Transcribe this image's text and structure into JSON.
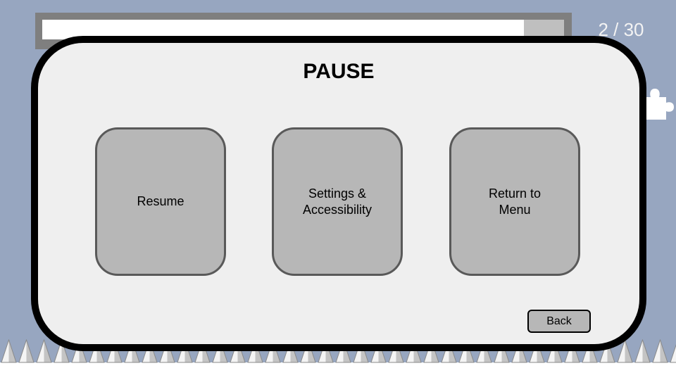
{
  "level": {
    "counter_text": "2 / 30",
    "progress_fraction": 0.923
  },
  "pause_menu": {
    "title": "PAUSE",
    "resume_label": "Resume",
    "settings_label": "Settings &\nAccessibility",
    "return_label": "Return to\nMenu",
    "back_label": "Back"
  },
  "icons": {
    "puzzle": "puzzle-piece-icon",
    "spikes": "spike-icon"
  },
  "colors": {
    "sky": "#97a6c0",
    "panel": "#efefef",
    "card": "#b7b7b7",
    "card_border": "#595959",
    "panel_border": "#000000"
  }
}
